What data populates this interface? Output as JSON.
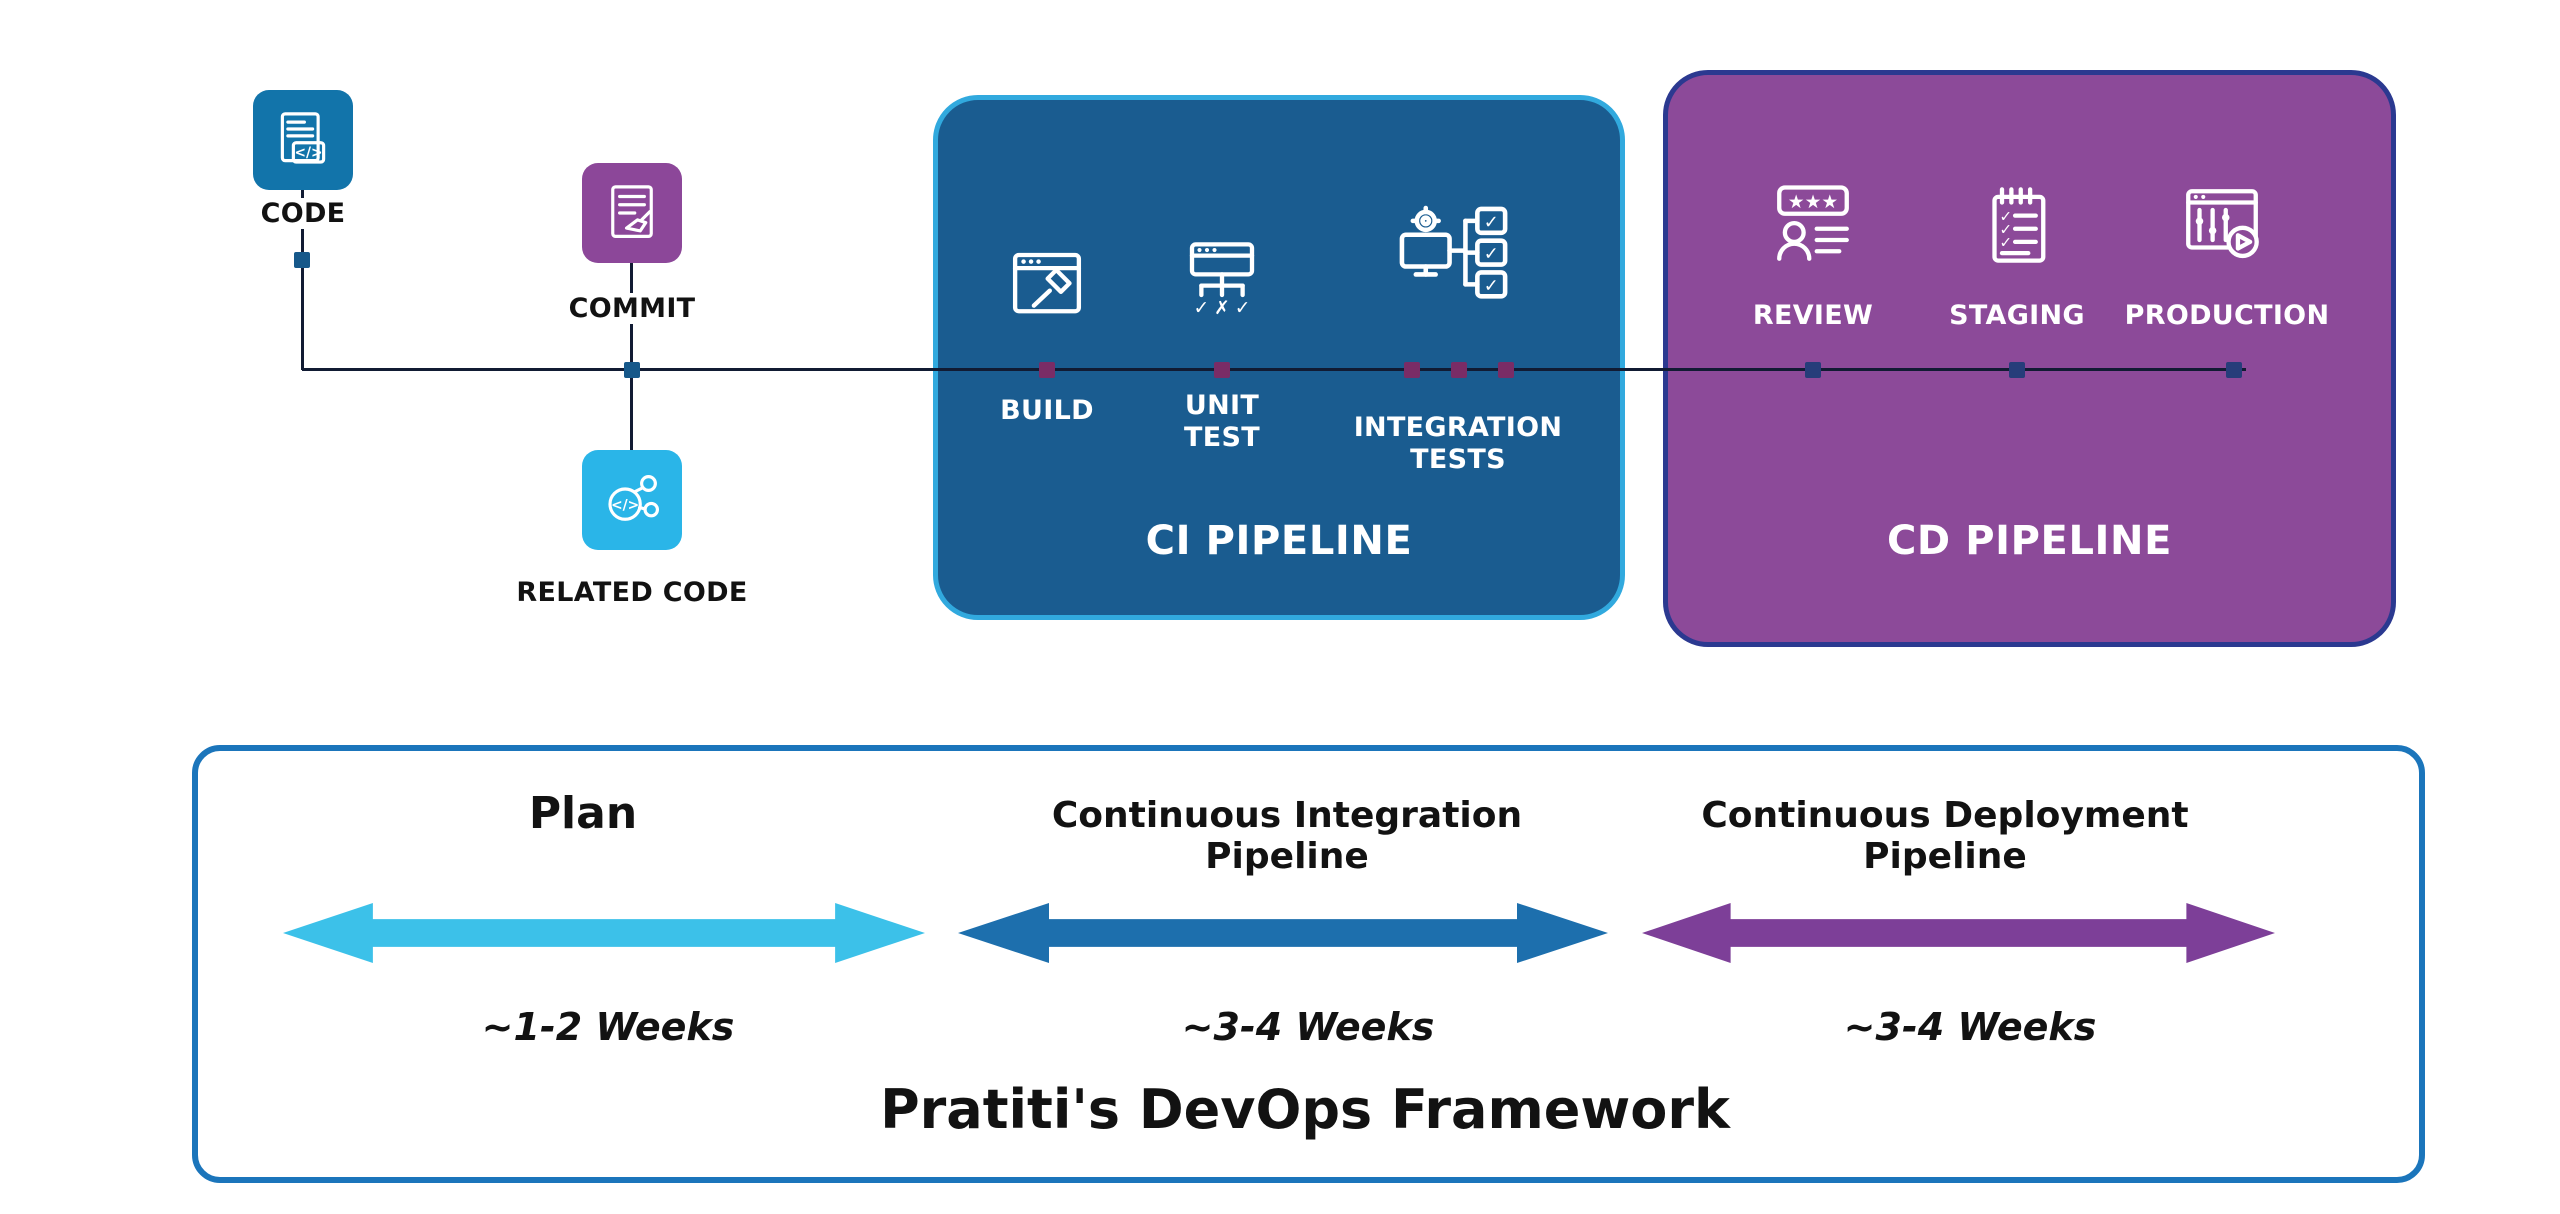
{
  "flow": {
    "nodes": [
      {
        "id": "code",
        "label": "CODE"
      },
      {
        "id": "commit",
        "label": "COMMIT"
      },
      {
        "id": "related_code",
        "label": "RELATED CODE"
      }
    ]
  },
  "ci_pipeline": {
    "title": "CI PIPELINE",
    "stages": [
      {
        "label": "BUILD"
      },
      {
        "label": "UNIT TEST"
      },
      {
        "label": "INTEGRATION TESTS"
      }
    ]
  },
  "cd_pipeline": {
    "title": "CD PIPELINE",
    "stages": [
      {
        "label": "REVIEW"
      },
      {
        "label": "STAGING"
      },
      {
        "label": "PRODUCTION"
      }
    ]
  },
  "framework": {
    "title": "Pratiti's DevOps Framework",
    "phases": [
      {
        "label": "Plan",
        "duration": "~1-2 Weeks"
      },
      {
        "label": "Continuous Integration Pipeline",
        "duration": "~3-4 Weeks"
      },
      {
        "label": "Continuous Deployment Pipeline",
        "duration": "~3-4 Weeks"
      }
    ]
  },
  "icons": {
    "code": "code-document-icon",
    "commit": "commit-document-icon",
    "related_code": "code-share-icon",
    "build": "build-window-hammer-icon",
    "unit_test": "unit-test-flow-icon",
    "integration_tests": "integration-tests-checklist-icon",
    "review": "review-rating-icon",
    "staging": "staging-checklist-icon",
    "production": "production-controls-icon"
  },
  "colors": {
    "code_tile": "#1274aa",
    "commit_tile": "#8c4799",
    "related_tile": "#2ab5e8",
    "ci_fill": "#1a5c90",
    "ci_border": "#31a9de",
    "cd_fill": "#8c4a99",
    "cd_border": "#2b3990",
    "plan_arrow": "#3cc1e9",
    "ci_arrow": "#1d6fad",
    "cd_arrow": "#7d3f98",
    "frame_border": "#1b75bb",
    "line": "#111b33",
    "marker_source": "#16588a",
    "marker_ci": "#7a2c66",
    "marker_cd": "#263d7a",
    "text_dark": "#121212"
  }
}
